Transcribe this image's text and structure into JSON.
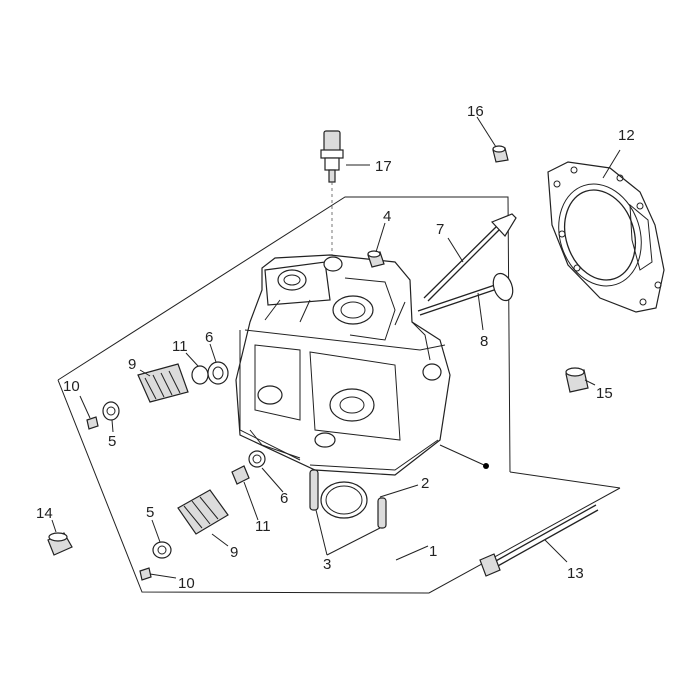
{
  "callouts": {
    "c1": "1",
    "c2": "2",
    "c3": "3",
    "c4": "4",
    "c5a": "5",
    "c5b": "5",
    "c6a": "6",
    "c6b": "6",
    "c7": "7",
    "c8": "8",
    "c9a": "9",
    "c9b": "9",
    "c10a": "10",
    "c10b": "10",
    "c11a": "11",
    "c11b": "11",
    "c12": "12",
    "c13": "13",
    "c14": "14",
    "c15": "15",
    "c16": "16",
    "c17": "17"
  }
}
